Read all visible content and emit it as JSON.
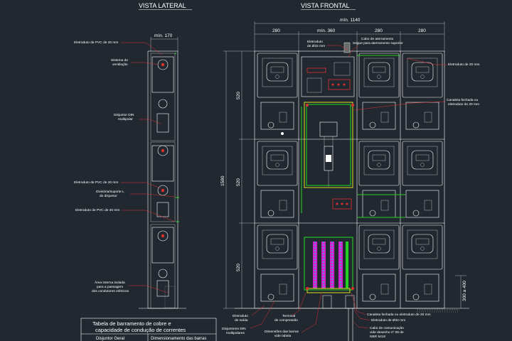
{
  "titles": {
    "lateral": "VISTA LATERAL",
    "frontal": "VISTA FRONTAL"
  },
  "dimensions": {
    "top_total": "mín. 1140",
    "col_left": "280",
    "col_center": "mín. 360",
    "col_right_a": "280",
    "col_right_b": "280",
    "side_width": "mín. 170",
    "row_1": "520",
    "row_2": "520",
    "row_3": "520",
    "total_height": "1580",
    "base_height": "300 a 400"
  },
  "side_labels": [
    {
      "text": "Eletroduto de PVC de 20 mm"
    },
    {
      "text": "Sistema de ventilação"
    },
    {
      "text": "Disjuntor DIN multipolar"
    },
    {
      "text": "Eletroduto de PVC de 20 mm"
    },
    {
      "text": "Divisória/suporte L do disjuntor"
    },
    {
      "text": "Eletroduto de PVC de 20 mm"
    },
    {
      "text": "Área interna isolada para a passagem dos condutores elétricos"
    }
  ],
  "front_labels": {
    "eletroduto_top": "Eletroduto de Ø32 mm",
    "cabo_top": "Cabo de aterramento Segue para aterramento superior",
    "eletroduto_right": "Eletroduto de 20 mm",
    "canaleta": "Canaleta fechada ou eletroduto de 20 mm",
    "eletroduto_saida": "Eletroduto de saída",
    "terminal": "Terminal de compressão",
    "disjuntores": "Disjuntores DIN multipolares",
    "dimensoes_barras": "Dimensões das barras vide tabela",
    "canaleta_bottom": "Canaleta fechada ou eletroduto de 20 mm",
    "eletroduto_32": "Eletroduto de Ø32 mm",
    "cabo_comunicacao": "Cabo de comunicação vide desenho nº 09 de",
    "norma": "NBR 5410"
  },
  "table": {
    "title_line1": "Tabela de barramento de cobre e",
    "title_line2": "capacidade de condução de correntes",
    "col1": "Disjuntor Geral",
    "col2": "Dimensionamento das barras"
  },
  "colors": {
    "background": "#212830",
    "line": "#ffffff",
    "accent_red": "#e03030",
    "accent_green": "#22d022",
    "accent_yellow": "#e0e020",
    "accent_magenta": "#d020d0",
    "accent_cyan": "#20d0d0"
  },
  "icons": [
    "meter-icon",
    "breaker-icon",
    "busbar-icon",
    "ground-icon"
  ]
}
